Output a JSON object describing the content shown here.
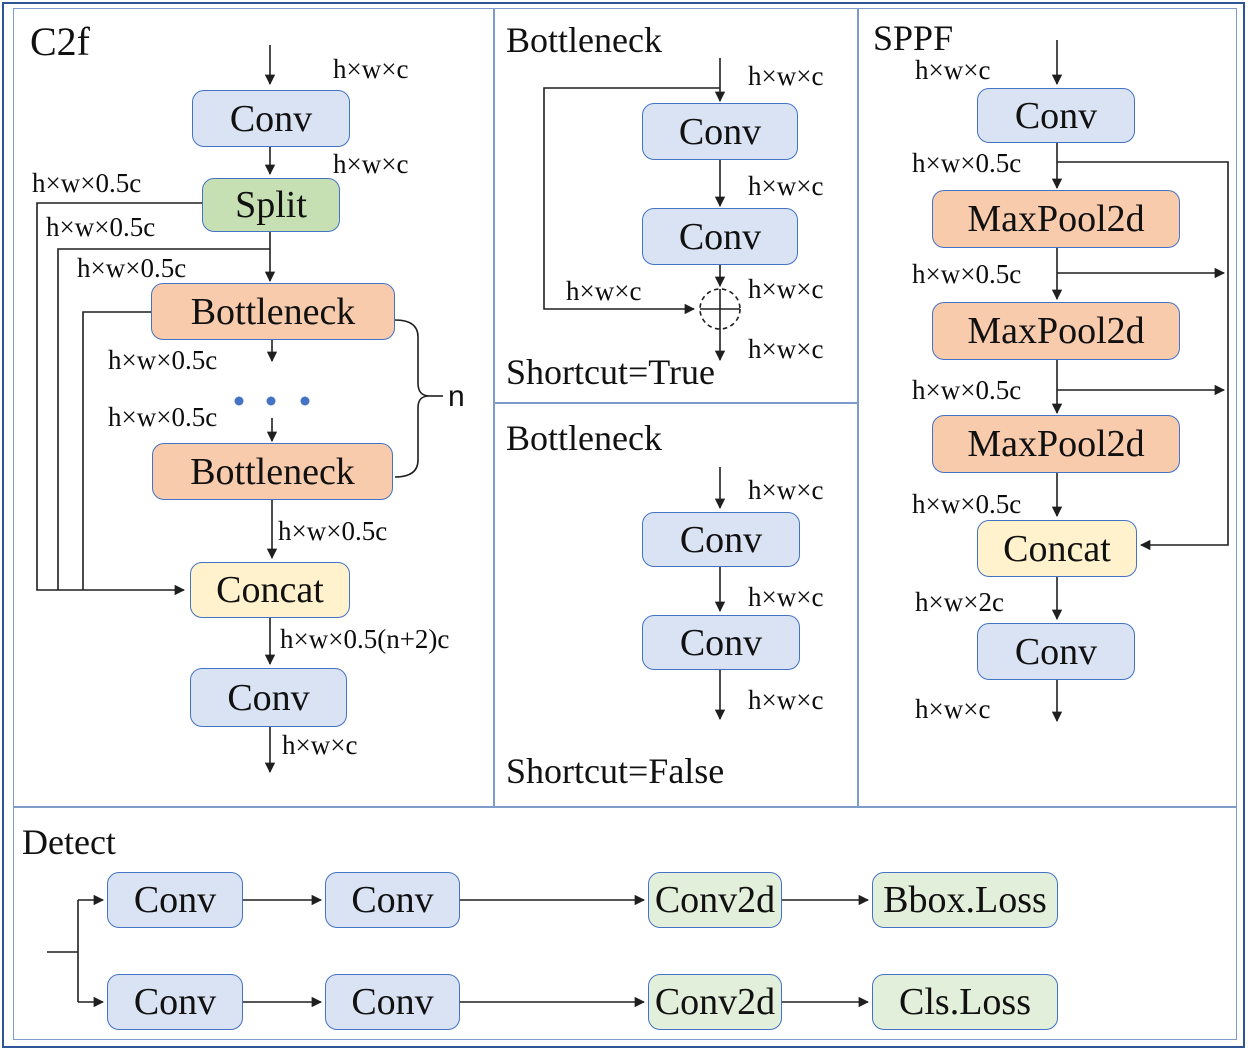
{
  "panels": {
    "c2f": {
      "title": "C2f",
      "n_label": "n",
      "boxes": {
        "conv_in": "Conv",
        "split": "Split",
        "bottleneck1": "Bottleneck",
        "bottleneck2": "Bottleneck",
        "concat": "Concat",
        "conv_out": "Conv"
      },
      "dims": {
        "input": "h×w×c",
        "after_conv": "h×w×c",
        "skip1": "h×w×0.5c",
        "skip2": "h×w×0.5c",
        "skip3": "h×w×0.5c",
        "after_bottleneck1": "h×w×0.5c",
        "before_bottleneck2": "h×w×0.5c",
        "after_bottleneck2": "h×w×0.5c",
        "after_concat": "h×w×0.5(n+2)c",
        "output": "h×w×c"
      }
    },
    "bottleneck_true": {
      "title": "Bottleneck",
      "caption": "Shortcut=True",
      "boxes": {
        "conv1": "Conv",
        "conv2": "Conv"
      },
      "dims": {
        "input": "h×w×c",
        "between": "h×w×c",
        "skip": "h×w×c",
        "before_add": "h×w×c",
        "output": "h×w×c"
      }
    },
    "bottleneck_false": {
      "title": "Bottleneck",
      "caption": "Shortcut=False",
      "boxes": {
        "conv1": "Conv",
        "conv2": "Conv"
      },
      "dims": {
        "input": "h×w×c",
        "between": "h×w×c",
        "output": "h×w×c"
      }
    },
    "sppf": {
      "title": "SPPF",
      "boxes": {
        "conv_in": "Conv",
        "maxpool1": "MaxPool2d",
        "maxpool2": "MaxPool2d",
        "maxpool3": "MaxPool2d",
        "concat": "Concat",
        "conv_out": "Conv"
      },
      "dims": {
        "input": "h×w×c",
        "after_conv": "h×w×0.5c",
        "after_maxpool1": "h×w×0.5c",
        "after_maxpool2": "h×w×0.5c",
        "after_maxpool3": "h×w×0.5c",
        "after_concat": "h×w×2c",
        "output": "h×w×c"
      }
    },
    "detect": {
      "title": "Detect",
      "rows": [
        {
          "boxes": [
            "Conv",
            "Conv",
            "Conv2d",
            "Bbox.Loss"
          ]
        },
        {
          "boxes": [
            "Conv",
            "Conv",
            "Conv2d",
            "Cls.Loss"
          ]
        }
      ]
    }
  },
  "colors": {
    "conv_fill": "#dae3f3",
    "split_fill": "#c6e0b4",
    "pool_fill": "#f8cbad",
    "concat_fill": "#fff2cc",
    "detect_fill": "#e2efda",
    "box_border": "#4472c4",
    "outer_border": "#2e5596",
    "inner_border": "#7e9cc9",
    "line": "#1f1f1f",
    "dot": "#4472c4"
  }
}
